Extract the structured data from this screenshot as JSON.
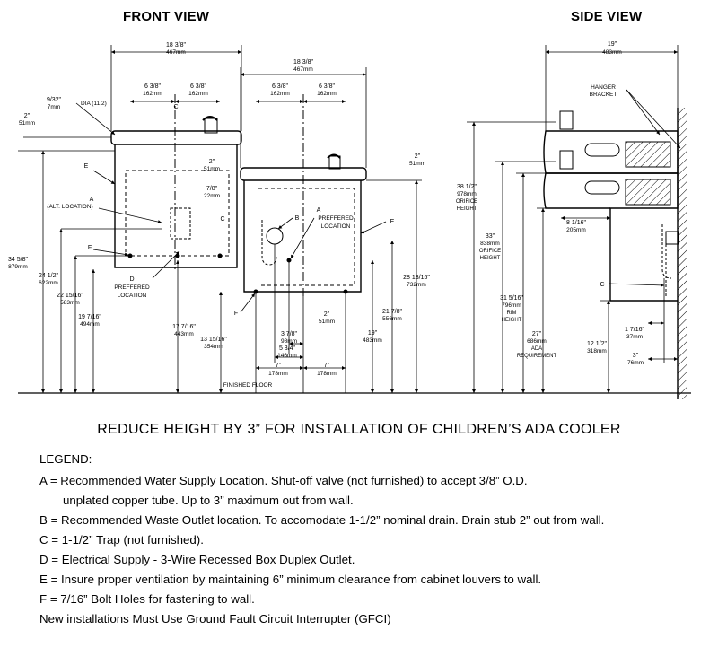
{
  "front_view": {
    "title": "FRONT VIEW",
    "dims": {
      "overall_upper_w": [
        "18 3/8\"",
        "467mm"
      ],
      "overall_lower_w": [
        "18 3/8\"",
        "467mm"
      ],
      "upper_left_half": [
        "6 3/8\"",
        "162mm"
      ],
      "upper_right_half": [
        "6 3/8\"",
        "162mm"
      ],
      "lower_left_half": [
        "6 3/8\"",
        "162mm"
      ],
      "lower_right_half": [
        "6 3/8\"",
        "162mm"
      ],
      "hole_dia": [
        "9/32\"",
        "7mm"
      ],
      "hole_dia_note": "DIA (11.2)",
      "top_offset_left": [
        "2\"",
        "51mm"
      ],
      "step_2in_mid": [
        "2\"",
        "51mm"
      ],
      "step_2in_right": [
        "2\"",
        "51mm"
      ],
      "offset_7_8": [
        "7/8\"",
        "22mm"
      ],
      "h_34_5_8": [
        "34 5/8\"",
        "879mm"
      ],
      "h_24_1_2": [
        "24 1/2\"",
        "622mm"
      ],
      "h_22_15_16": [
        "22 15/16\"",
        "583mm"
      ],
      "h_19_7_16": [
        "19 7/16\"",
        "494mm"
      ],
      "h_17_7_16": [
        "17 7/16\"",
        "443mm"
      ],
      "h_13_15_16": [
        "13 15/16\"",
        "354mm"
      ],
      "h_28_13_16": [
        "28 13/16\"",
        "732mm"
      ],
      "h_21_7_8": [
        "21 7/8\"",
        "556mm"
      ],
      "h_19": [
        "19\"",
        "483mm"
      ],
      "d_2in_bottom": [
        "2\"",
        "51mm"
      ],
      "d_3_7_8": [
        "3 7/8\"",
        "98mm"
      ],
      "d_5_3_4": [
        "5 3/4\"",
        "146mm"
      ],
      "d_7_left": [
        "7\"",
        "178mm"
      ],
      "d_7_right": [
        "7\"",
        "178mm"
      ]
    },
    "callouts": {
      "a_alt": [
        "A",
        "(ALT. LOCATION)"
      ],
      "b": "B",
      "c": "C",
      "a_pref": [
        "A",
        "PREFFERED",
        "LOCATION"
      ],
      "d_pref": [
        "D",
        "PREFFERED",
        "LOCATION"
      ],
      "e_left": "E",
      "e_right": "E",
      "f_left": "F",
      "f_right": "F",
      "centerline": "C",
      "finished_floor": "FINISHED FLOOR"
    }
  },
  "side_view": {
    "title": "SIDE VIEW",
    "dims": {
      "depth": [
        "19\"",
        "483mm"
      ],
      "h_38_1_2": [
        "38 1/2\"",
        "978mm",
        "ORIFICE",
        "HEIGHT"
      ],
      "h_33": [
        "33\"",
        "838mm",
        "ORIFICE",
        "HEIGHT"
      ],
      "h_31_5_16": [
        "31 5/16\"",
        "796mm",
        "RIM",
        "HEIGHT"
      ],
      "h_27": [
        "27\"",
        "686mm",
        "ADA",
        "REQUIREMENT"
      ],
      "h_12_1_2": [
        "12 1/2\"",
        "318mm"
      ],
      "d_8_1_16": [
        "8 1/16\"",
        "205mm"
      ],
      "d_1_7_16": [
        "1 7/16\"",
        "37mm"
      ],
      "d_3": [
        "3\"",
        "76mm"
      ]
    },
    "callouts": {
      "hanger": [
        "HANGER",
        "BRACKET"
      ],
      "c": "C"
    }
  },
  "notice": "REDUCE HEIGHT BY 3” FOR INSTALLATION OF CHILDREN’S ADA COOLER",
  "legend": {
    "heading": "LEGEND:",
    "a_line1": "A = Recommended Water Supply Location. Shut-off valve (not furnished) to accept 3/8” O.D.",
    "a_line2": "unplated copper tube. Up to 3” maximum out from wall.",
    "b": "B = Recommended Waste Outlet location. To accomodate 1-1/2” nominal drain. Drain stub 2” out from wall.",
    "c": "C = 1-1/2” Trap (not furnished).",
    "d": "D = Electrical Supply - 3-Wire Recessed Box Duplex Outlet.",
    "e": "E = Insure proper ventilation by maintaining 6” minimum clearance from cabinet louvers to wall.",
    "f": "F = 7/16” Bolt Holes for fastening to wall.",
    "gfci": "New installations Must Use Ground Fault Circuit Interrupter (GFCI)"
  }
}
